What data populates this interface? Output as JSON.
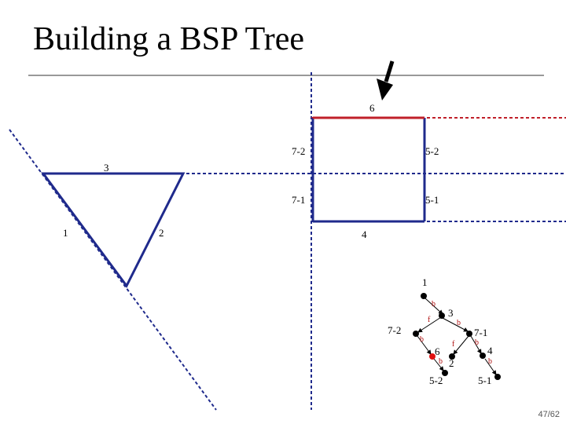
{
  "title": "Building a BSP Tree",
  "page_number": "47/62",
  "scene": {
    "arrow_label": "6",
    "triangle_labels": {
      "left_edge": "1",
      "right_edge": "2",
      "top_edge": "3"
    },
    "square_labels": {
      "bottom": "4",
      "left_top": "7-2",
      "left_bottom": "7-1",
      "right_top": "5-2",
      "right_bottom": "5-1"
    }
  },
  "tree": {
    "nodes": {
      "n1": "1",
      "n3": "3",
      "n72": "7-2",
      "n71": "7-1",
      "n6": "6",
      "n2": "2",
      "n4": "4",
      "n52": "5-2",
      "n51": "5-1"
    },
    "edge_labels": {
      "n1_b": "b",
      "n3_f": "f",
      "n3_b": "b",
      "n72_b": "b",
      "n71_f": "f",
      "n71_b": "b",
      "n6_b": "b",
      "n4_b": "b"
    }
  },
  "colors": {
    "blue_line": "#1f2a8c",
    "red_line": "#c0202a",
    "node": "#000000",
    "current_node": "#e01010",
    "edge": "#000000",
    "edge_label": "#b01010"
  }
}
